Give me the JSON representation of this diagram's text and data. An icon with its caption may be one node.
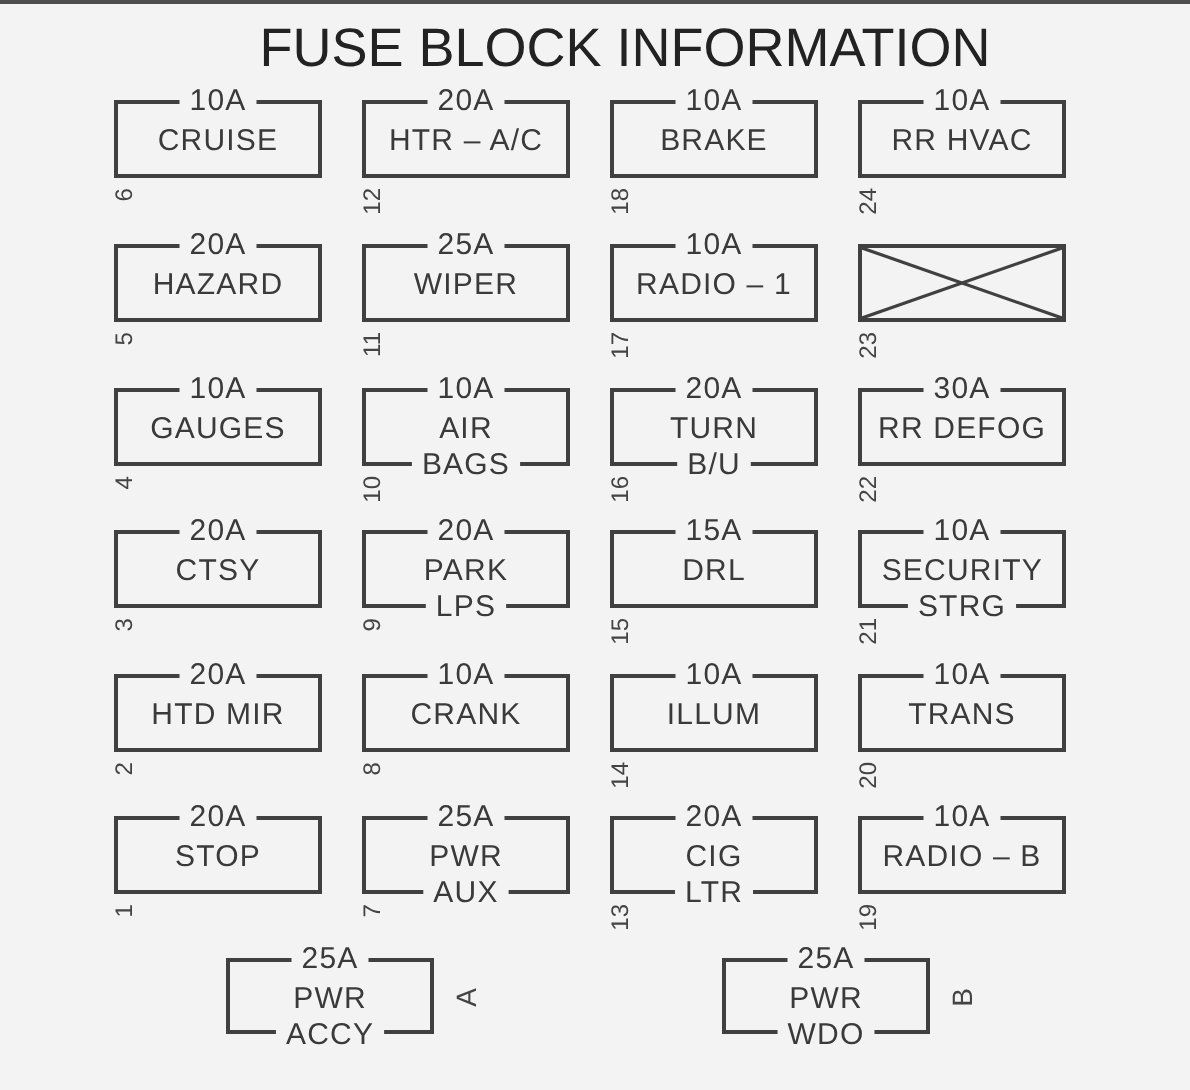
{
  "diagram": {
    "title": "FUSE BLOCK INFORMATION",
    "nodes": [
      {
        "text": [
          "10A",
          "CRUISE"
        ],
        "beside": [
          "6"
        ]
      },
      {
        "text": [
          "20A",
          "HTR – A/C"
        ],
        "beside": [
          "12"
        ]
      },
      {
        "text": [
          "10A",
          "BRAKE"
        ],
        "beside": [
          "18"
        ]
      },
      {
        "text": [
          "10A",
          "RR HVAC"
        ],
        "beside": [
          "24"
        ]
      },
      {
        "text": [
          "20A",
          "HAZARD"
        ],
        "beside": [
          "5"
        ]
      },
      {
        "text": [
          "25A",
          "WIPER"
        ],
        "beside": [
          "11"
        ]
      },
      {
        "text": [
          "10A",
          "RADIO – 1"
        ],
        "beside": [
          "17"
        ]
      },
      {
        "text": [],
        "shape": "box",
        "beside": [
          "23"
        ]
      },
      {
        "text": [
          "10A",
          "GAUGES"
        ],
        "beside": [
          "4"
        ]
      },
      {
        "text": [
          "10A",
          "AIR BAGS"
        ],
        "beside": [
          "10"
        ]
      },
      {
        "text": [
          "20A",
          "TURN B/U"
        ],
        "beside": [
          "16"
        ]
      },
      {
        "text": [
          "30A",
          "RR DEFOG"
        ],
        "beside": [
          "22"
        ]
      },
      {
        "text": [
          "20A",
          "CTSY"
        ],
        "beside": [
          "3"
        ]
      },
      {
        "text": [
          "20A",
          "PARK LPS"
        ],
        "beside": [
          "9"
        ]
      },
      {
        "text": [
          "15A",
          "DRL"
        ],
        "beside": [
          "15"
        ]
      },
      {
        "text": [
          "10A",
          "SECURITY STRG"
        ],
        "beside": [
          "21"
        ]
      },
      {
        "text": [
          "20A",
          "HTD MIR"
        ],
        "beside": [
          "2"
        ]
      },
      {
        "text": [
          "10A",
          "CRANK"
        ],
        "beside": [
          "8"
        ]
      },
      {
        "text": [
          "10A",
          "ILLUM"
        ],
        "beside": [
          "14"
        ]
      },
      {
        "text": [
          "10A",
          "TRANS"
        ],
        "beside": [
          "20"
        ]
      },
      {
        "text": [
          "20A",
          "STOP"
        ],
        "beside": [
          "1"
        ]
      },
      {
        "text": [
          "25A",
          "PWR AUX"
        ],
        "beside": [
          "7"
        ]
      },
      {
        "text": [
          "20A",
          "CIG LTR"
        ],
        "beside": [
          "13"
        ]
      },
      {
        "text": [
          "10A",
          "RADIO – B"
        ],
        "beside": [
          "19"
        ]
      },
      {
        "text": [
          "25A",
          "PWR ACCY"
        ],
        "beside": [
          "A"
        ]
      },
      {
        "text": [
          "25A",
          "PWR WDO"
        ],
        "beside": [
          "B"
        ]
      }
    ]
  }
}
